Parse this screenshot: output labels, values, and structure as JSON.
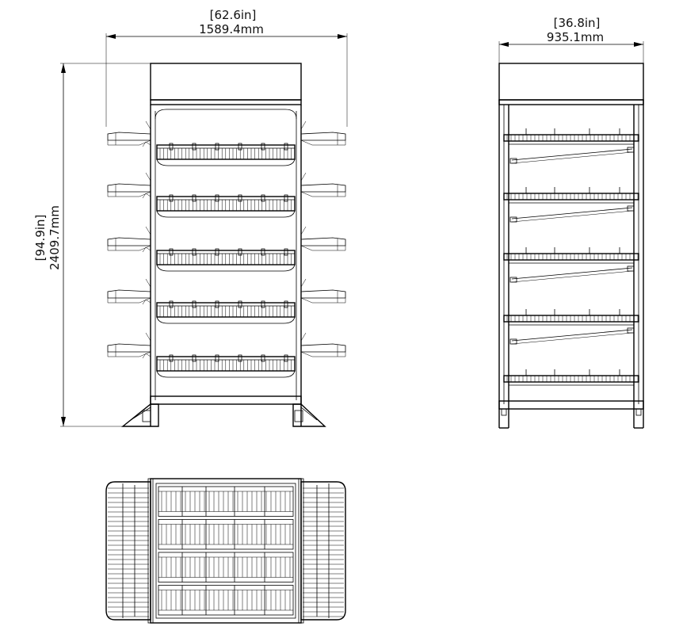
{
  "dimensions": {
    "front_width_in": "[62.6in]",
    "front_width_mm": "1589.4mm",
    "side_width_in": "[36.8in]",
    "side_width_mm": "935.1mm",
    "height_in": "[94.9in]",
    "height_mm": "2409.7mm"
  },
  "views": {
    "front": {
      "shelf_count": 5
    },
    "side": {
      "shelf_count": 5
    },
    "top": {
      "basket_rows": 4
    }
  },
  "colors": {
    "line": "#000000",
    "background": "#ffffff"
  }
}
